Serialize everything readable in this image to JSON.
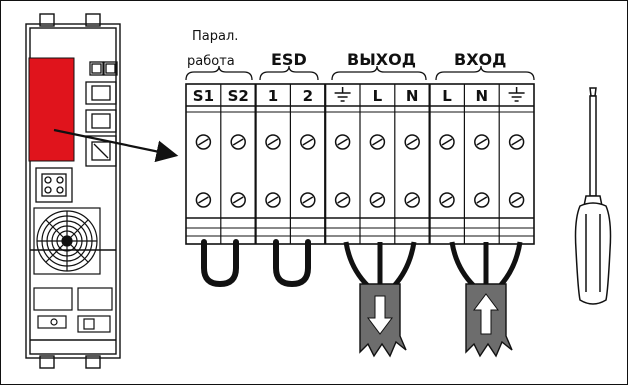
{
  "group_labels": {
    "parallel_line1": "Парал.",
    "parallel_line2": "работа",
    "esd": "ESD",
    "output": "ВЫХОД",
    "input": "ВХОД"
  },
  "terminals": [
    "S1",
    "S2",
    "1",
    "2",
    "",
    "L",
    "N",
    "L",
    "N",
    ""
  ],
  "terminal_icons": [
    "",
    "",
    "",
    "",
    "ground-icon",
    "",
    "",
    "",
    "",
    "ground-icon"
  ],
  "colors": {
    "ups_red_panel": "#e0141c",
    "outline": "#111111",
    "cable_jacket": "#6d6d6d"
  },
  "flow_arrows": {
    "output": "down",
    "input": "up"
  }
}
